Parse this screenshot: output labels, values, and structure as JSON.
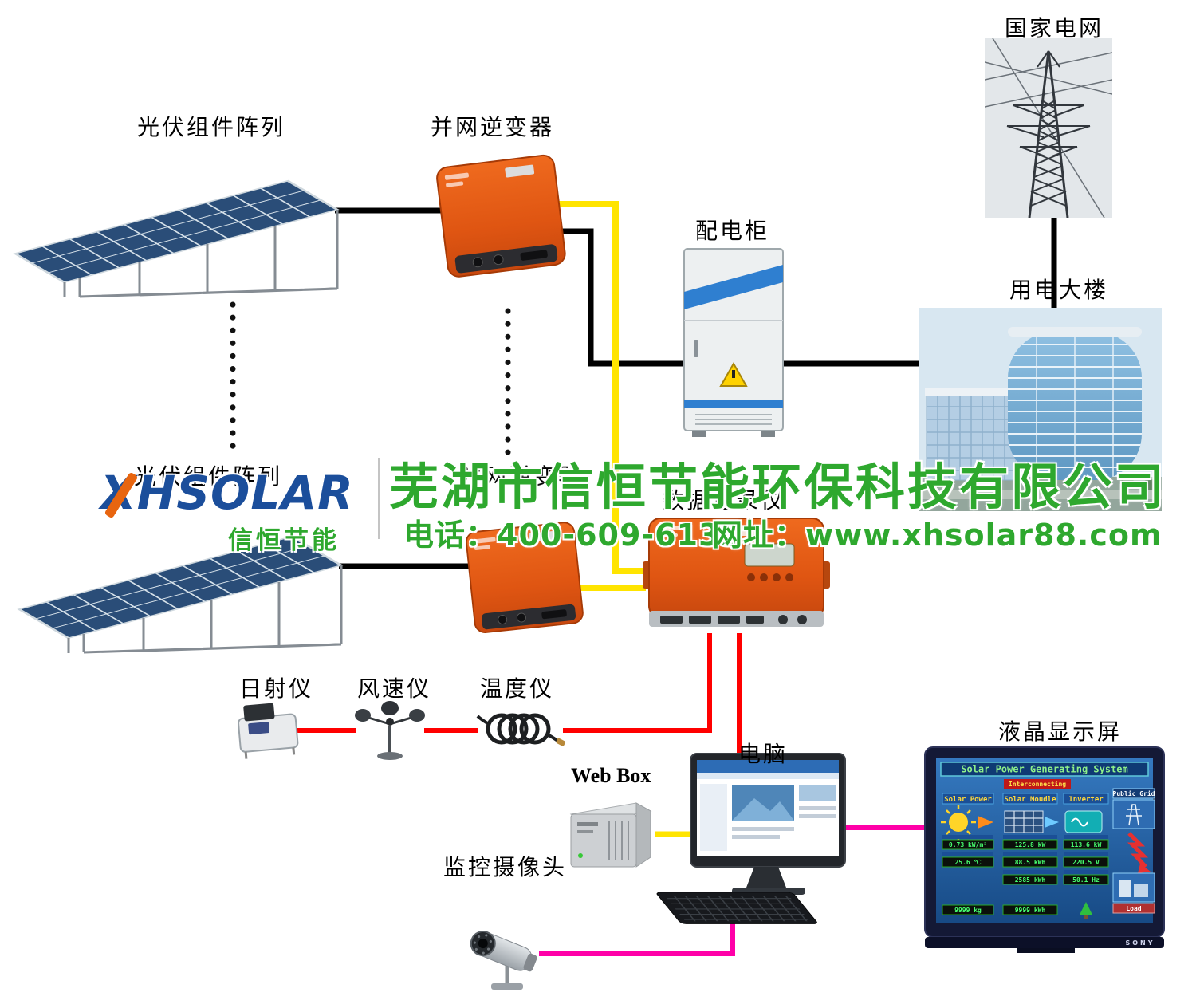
{
  "company": {
    "logo": "XHSOLAR",
    "logo_sub": "信恒节能",
    "watermark": "芜湖市信恒节能环保科技有限公司",
    "phone": "电话：400-609-6133",
    "website": "网址：www.xhsolar88.com"
  },
  "labels": {
    "pv_array_top": "光伏组件阵列",
    "pv_array_bottom": "光伏组件阵列",
    "inverter_top": "并网逆变器",
    "inverter_bottom": "并网逆变器",
    "cabinet": "配电柜",
    "state_grid": "国家电网",
    "building": "用电大楼",
    "data_logger": "数据记录仪",
    "pyranometer": "日射仪",
    "anemometer": "风速仪",
    "thermometer": "温度仪",
    "computer": "电脑",
    "webbox": "Web Box",
    "camera": "监控摄像头",
    "lcd": "液晶显示屏"
  },
  "tv": {
    "title": "Solar Power Generating System",
    "status": "Interconnecting",
    "panel_solar_power": "Solar Power",
    "panel_solar_module": "Solar Moudle",
    "panel_inverter": "Inverter",
    "panel_public_grid": "Public Grid",
    "panel_load": "Load",
    "chips": {
      "sp1": "0.73 kW/m²",
      "sp2": "25.6 ℃",
      "sm1": "125.8 kW",
      "sm2": "88.5 kWh",
      "sm3": "2585 kWh",
      "inv1": "113.6 kW",
      "inv2": "220.5 V",
      "inv3": "50.1 Hz",
      "b1": "9999 kg",
      "b2": "9999 kWh"
    },
    "brand": "SONY"
  },
  "colors": {
    "line_black": "#000000",
    "line_yellow": "#ffe400",
    "line_red": "#ff0000",
    "line_magenta": "#ff00a8",
    "inverter_orange": "#df5512",
    "watermark_green": "#2ea82e",
    "logo_blue": "#1b4e9b",
    "cabinet_blue": "#2f7fd0"
  }
}
